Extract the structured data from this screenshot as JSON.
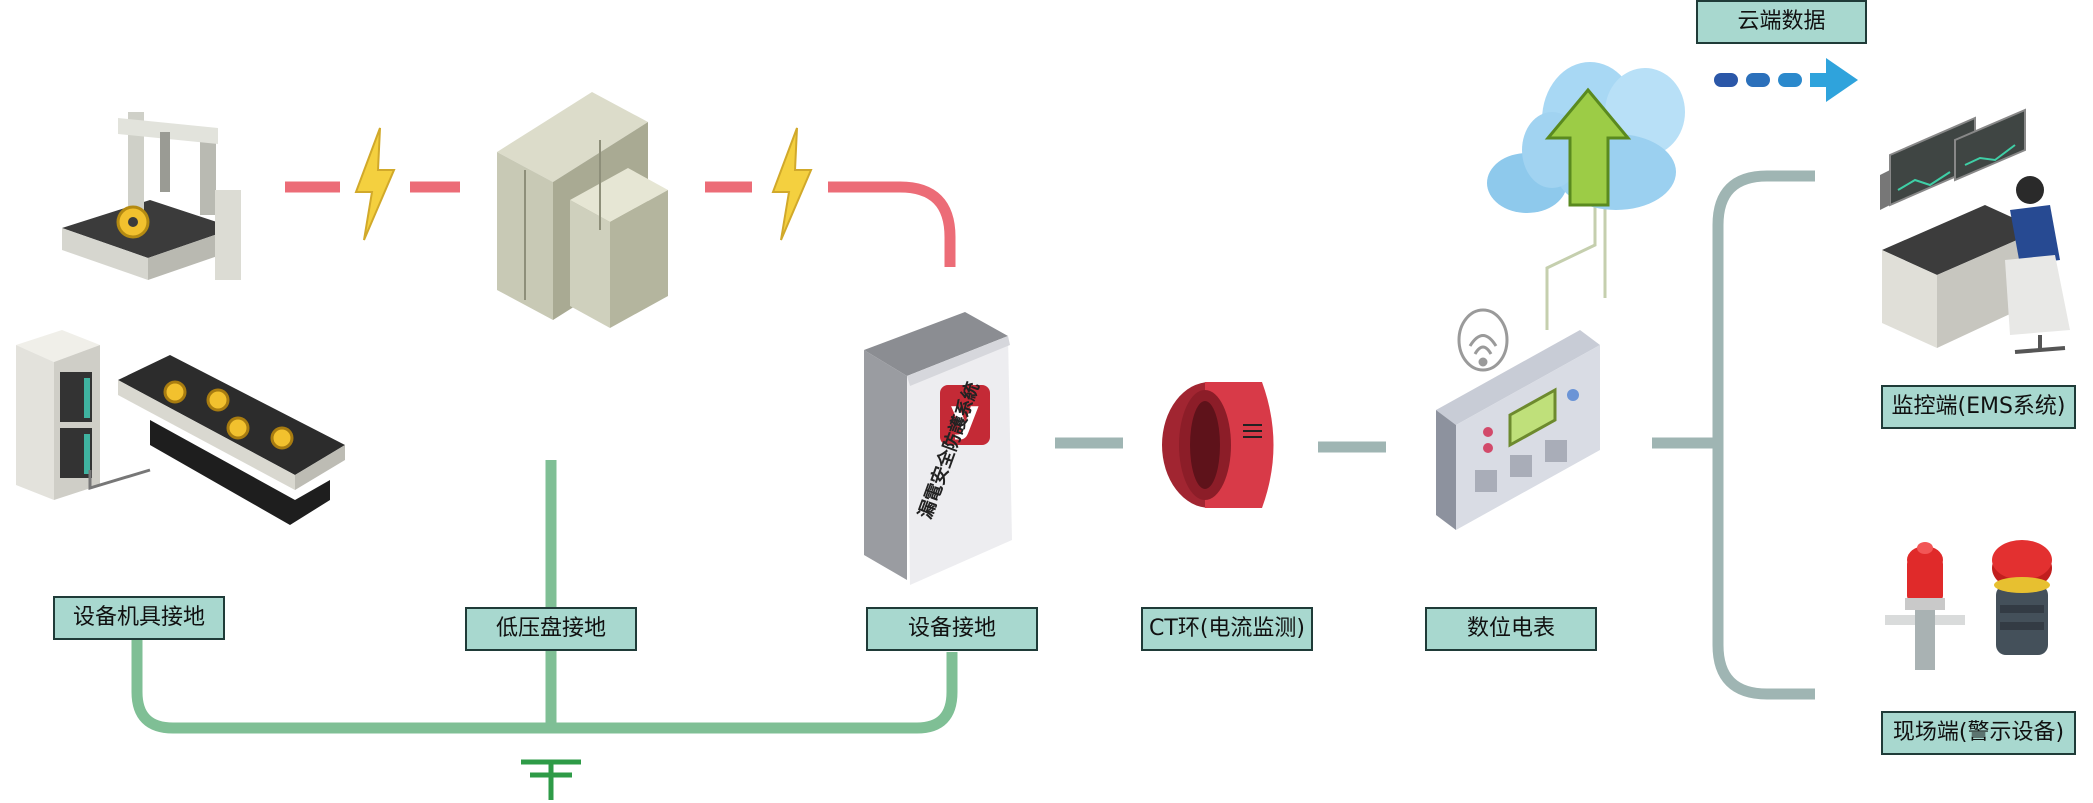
{
  "labels": {
    "cloud_data": "云端数据",
    "monitor_end": "监控端(EMS系统)",
    "field_end": "现场端(警示设备)",
    "equipment_fixture_ground": "设备机具接地",
    "low_voltage_panel_ground": "低压盘接地",
    "device_ground": "设备接地",
    "ct_ring": "CT环(电流监测)",
    "digital_meter": "数位电表"
  },
  "device": {
    "logo_letter": "y",
    "panel_text": "漏電安全防護系統"
  },
  "colors": {
    "label_fill": "#a8d8cf",
    "label_border": "#1f3b38",
    "power_line": "#ec6c77",
    "ground_line": "#7fbf95",
    "signal_line": "#9fb5b3",
    "lightning": "#f4d03f",
    "arrow": "#2fa3dc",
    "ct_ring": "#d83a48",
    "logo": "#c42a36"
  },
  "icons": {
    "lightning": "lightning-bolt-icon",
    "ground": "ground-symbol-icon",
    "cloud": "cloud-upload-icon",
    "wifi": "wifi-icon"
  }
}
